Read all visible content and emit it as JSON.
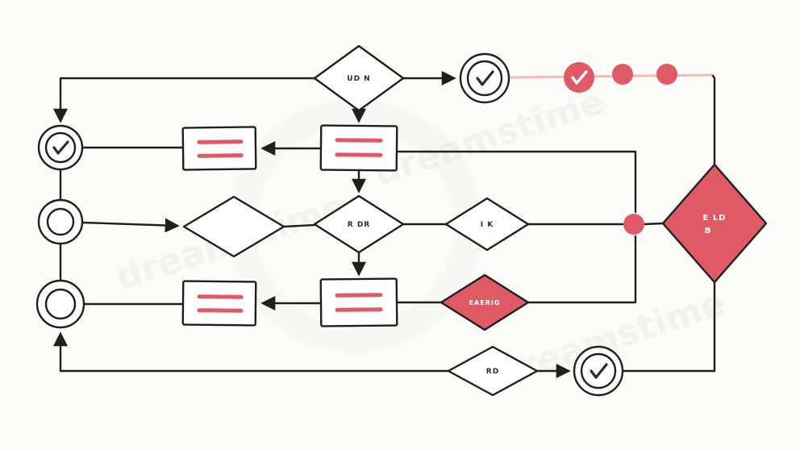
{
  "image": {
    "background": "#fbfbf9",
    "line_color": "#1f1f1f",
    "accent_color": "#e05a66",
    "accent_soft_color": "#f3b9be",
    "text_on_accent_color": "#ffffff"
  },
  "watermark": {
    "text": "dreamstime"
  },
  "nodes": {
    "start_decision": {
      "label": "UD N"
    },
    "center_decision": {
      "label": "R DR"
    },
    "right_decision": {
      "label": "I K"
    },
    "alert_decision": {
      "label": "EAERIG"
    },
    "end_decision": {
      "label_line1": "E LD",
      "label_line2": "B"
    },
    "bottom_decision": {
      "label": "RD"
    }
  }
}
